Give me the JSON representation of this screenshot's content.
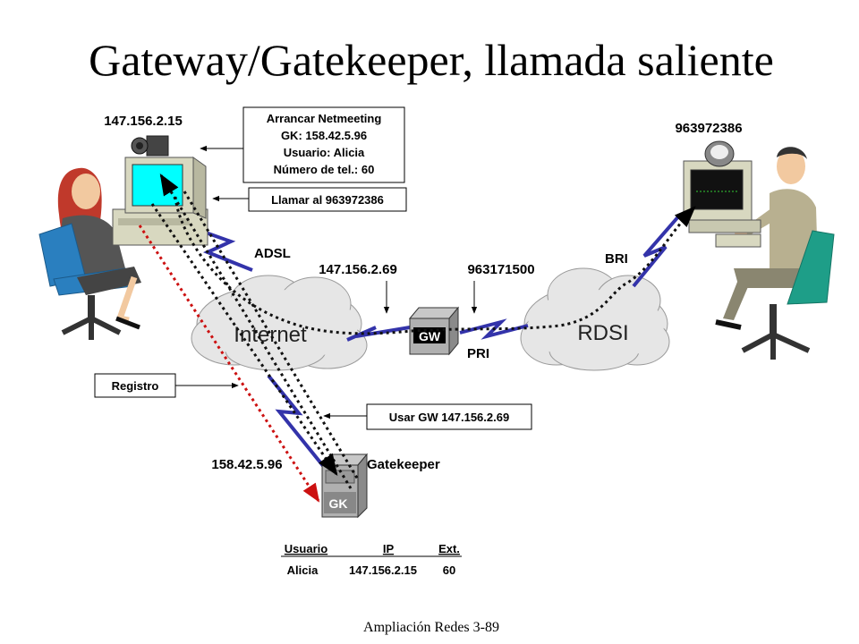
{
  "title": "Gateway/Gatekeeper, llamada saliente",
  "footer": "Ampliación Redes 3-89",
  "labels": {
    "pc_ip": "147.156.2.15",
    "phone_number": "963972386",
    "adsl": "ADSL",
    "gw_ip": "147.156.2.69",
    "gw_number": "963171500",
    "bri": "BRI",
    "pri": "PRI",
    "gk_ip": "158.42.5.96",
    "gatekeeper": "Gatekeeper"
  },
  "clouds": {
    "internet": "Internet",
    "rdsi": "RDSI"
  },
  "devices": {
    "gw": "GW",
    "gk": "GK"
  },
  "callouts": {
    "netmeeting": [
      "Arrancar Netmeeting",
      "GK: 158.42.5.96",
      "Usuario: Alicia",
      "Número de tel.: 60"
    ],
    "llamar": "Llamar al 963972386",
    "registro": "Registro",
    "usar_gw": "Usar GW 147.156.2.69"
  },
  "gk_table": {
    "headers": [
      "Usuario",
      "IP",
      "Ext."
    ],
    "rows": [
      [
        "Alicia",
        "147.156.2.15",
        "60"
      ]
    ]
  },
  "colors": {
    "link": "#3333aa",
    "registration": "#cc1111",
    "call_path": "#111111",
    "cloud": "#e6e6e6",
    "screen": "#00ffff"
  }
}
